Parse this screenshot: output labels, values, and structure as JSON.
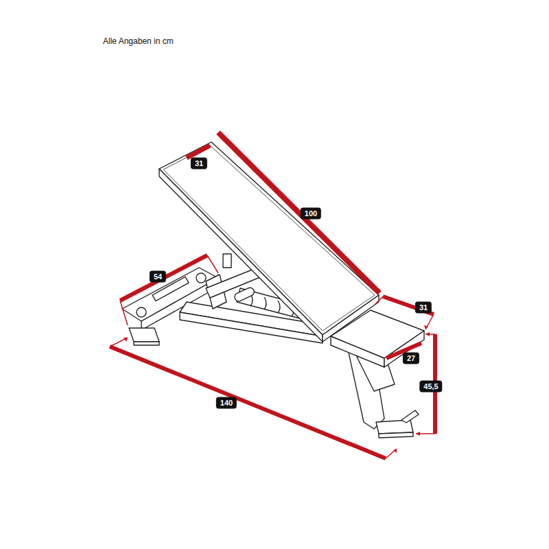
{
  "diagram": {
    "labels": [
      "Alle Angaben in cm",
      "31",
      "100",
      "54",
      "31",
      "27",
      "45,5",
      "140"
    ]
  }
}
